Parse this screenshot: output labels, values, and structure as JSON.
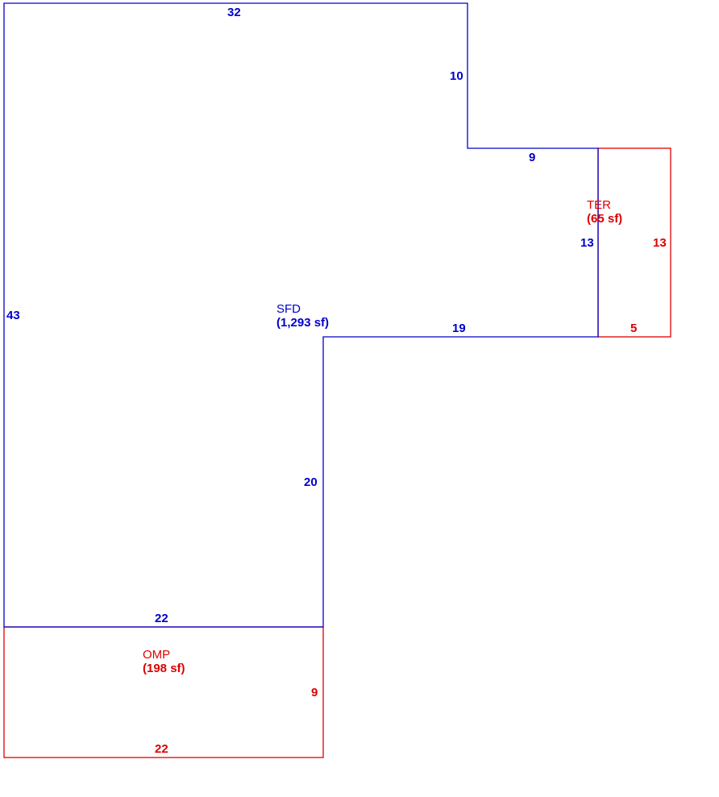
{
  "colors": {
    "main": "#0000cc",
    "addon": "#dd0000"
  },
  "areas": {
    "sfd": {
      "name": "SFD",
      "size": "(1,293 sf)"
    },
    "ter": {
      "name": "TER",
      "size": "(65 sf)"
    },
    "omp": {
      "name": "OMP",
      "size": "(198 sf)"
    }
  },
  "dimensions": {
    "sfd_top": "32",
    "sfd_right_upper": "10",
    "sfd_step_top": "9",
    "sfd_right_middle": "13",
    "sfd_step_bottom": "19",
    "sfd_right_lower": "20",
    "sfd_bottom": "22",
    "sfd_left": "43",
    "ter_right": "13",
    "ter_bottom": "5",
    "omp_right": "9",
    "omp_bottom": "22"
  }
}
